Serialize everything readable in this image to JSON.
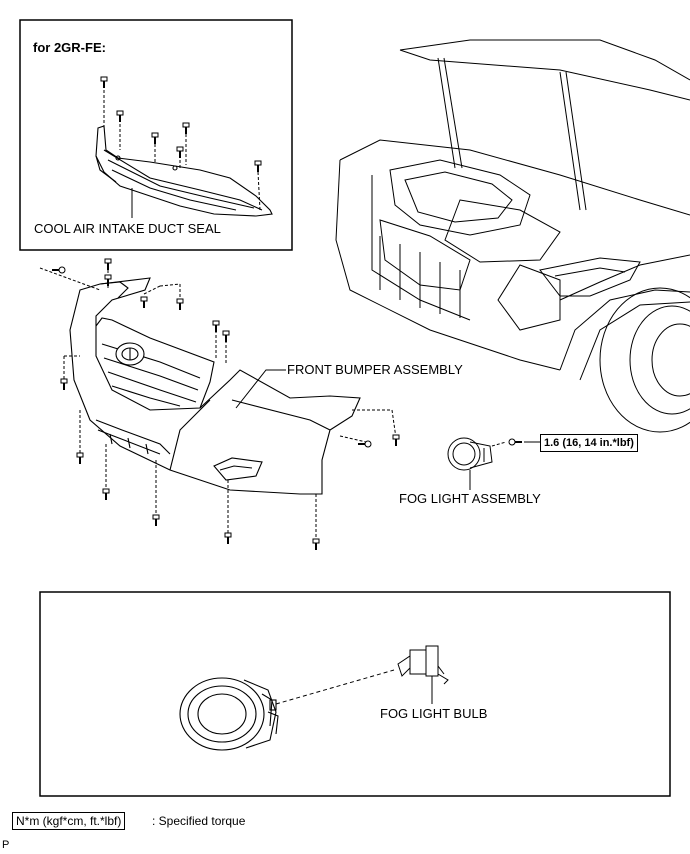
{
  "inset_top": {
    "title": "for 2GR-FE:",
    "part_label": "COOL AIR INTAKE DUCT SEAL"
  },
  "labels": {
    "front_bumper": "FRONT BUMPER ASSEMBLY",
    "fog_light_assembly": "FOG LIGHT ASSEMBLY",
    "fog_light_bulb": "FOG LIGHT BULB"
  },
  "torque": {
    "fog_light_screw": "1.6 (16, 14 in.*lbf)"
  },
  "legend": {
    "unit_box": "N*m (kgf*cm, ft.*lbf)",
    "description": ": Specified torque"
  },
  "corner_mark": "P"
}
